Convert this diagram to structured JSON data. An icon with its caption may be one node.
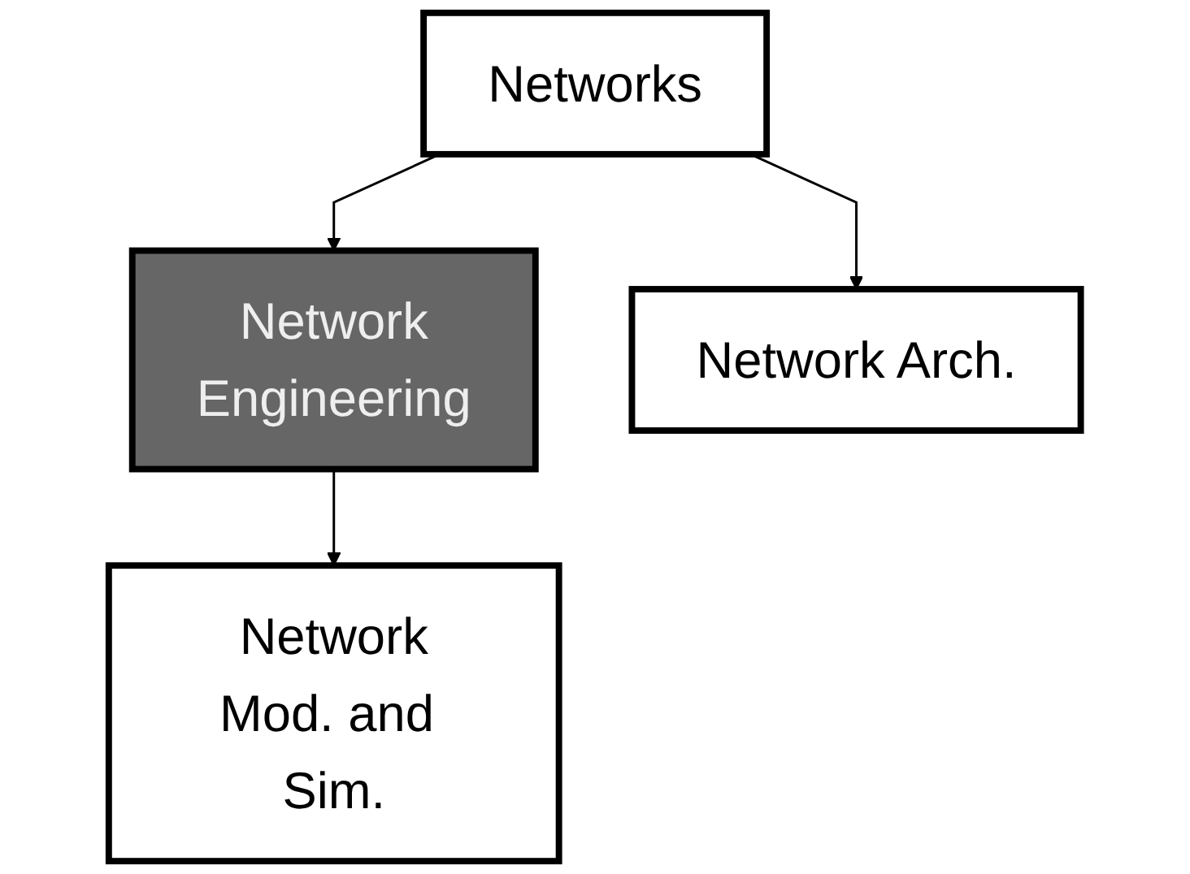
{
  "diagram": {
    "nodes": [
      {
        "text": [
          "Networks"
        ]
      },
      {
        "text": [
          "Network Engineering"
        ]
      },
      {
        "text": [
          "Network Mod. and Sim."
        ]
      },
      {
        "text": [
          "Network Arch."
        ]
      }
    ],
    "edges": [
      {
        "from": 0,
        "to": 1,
        "arrow": "to"
      },
      {
        "from": 1,
        "to": 2,
        "arrow": "to"
      },
      {
        "from": 0,
        "to": 3,
        "arrow": "to"
      }
    ]
  }
}
